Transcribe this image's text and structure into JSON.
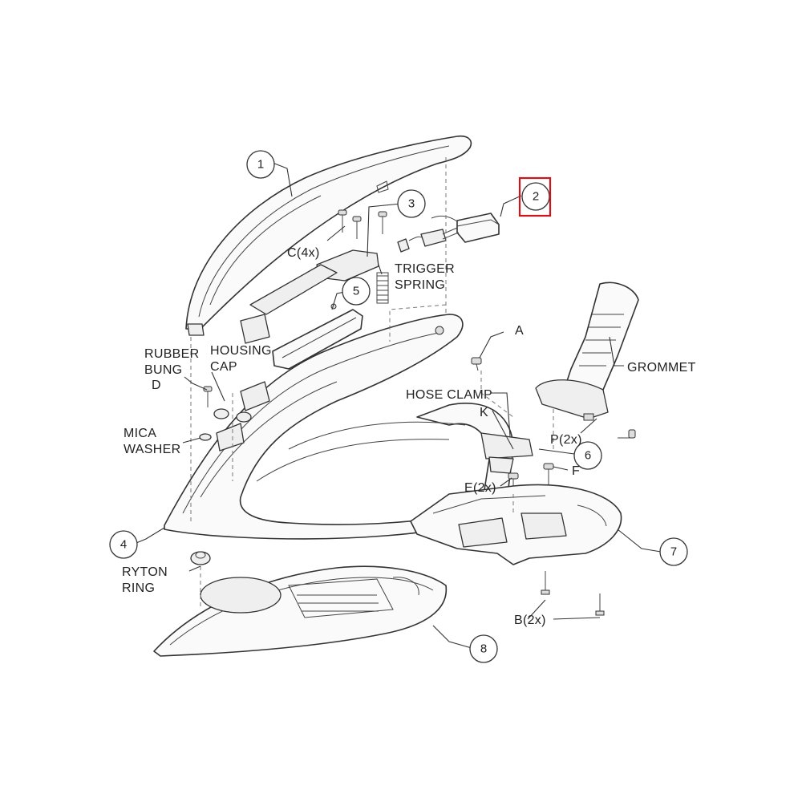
{
  "callouts": {
    "c1": "1",
    "c2": "2",
    "c3": "3",
    "c4": "4",
    "c5": "5",
    "c6": "6",
    "c7": "7",
    "c8": "8"
  },
  "labels": {
    "c4x": "C(4x)",
    "trigger_1": "TRIGGER",
    "trigger_2": "SPRING",
    "a": "A",
    "grommet": "GROMMET",
    "rubber_1": "RUBBER",
    "rubber_2": "BUNG",
    "housing_1": "HOUSING",
    "housing_2": "CAP",
    "d": "D",
    "hose_clamp": "HOSE CLAMP",
    "k": "K",
    "p2x": "P(2x)",
    "mica_1": "MICA",
    "mica_2": "WASHER",
    "e2x": "E(2x)",
    "f": "F",
    "ryton_1": "RYTON",
    "ryton_2": "RING",
    "b2x": "B(2x)"
  },
  "highlight": {
    "target": "2",
    "color": "#d0141b"
  }
}
